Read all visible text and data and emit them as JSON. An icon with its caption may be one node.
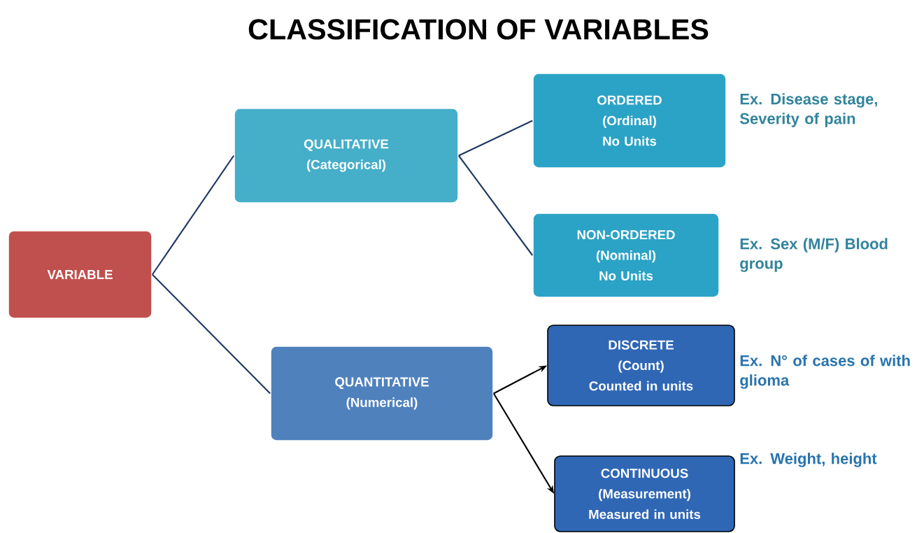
{
  "diagram": {
    "title": "CLASSIFICATION OF VARIABLES",
    "nodes": [
      {
        "text": [
          "VARIABLE"
        ]
      },
      {
        "text": [
          "QUALITATIVE",
          "(Categorical)"
        ]
      },
      {
        "text": [
          "ORDERED",
          "(Ordinal)",
          "No Units"
        ],
        "beside": [
          "Ex. Disease stage, Severity of pain"
        ]
      },
      {
        "text": [
          "NON-ORDERED",
          "(Nominal)",
          "No Units"
        ],
        "beside": [
          "Ex. Sex (M/F) Blood group"
        ]
      },
      {
        "text": [
          "QUANTITATIVE",
          "(Numerical)"
        ]
      },
      {
        "text": [
          "DISCRETE",
          "(Count)",
          "Counted in units"
        ],
        "beside": [
          "Ex. N° of cases of with glioma"
        ]
      },
      {
        "text": [
          "CONTINUOUS",
          "(Measurement)",
          "Measured in units"
        ],
        "beside": [
          "Ex. Weight, height"
        ]
      }
    ],
    "edges": [
      {
        "from": 0,
        "to": 1,
        "arrow": "none"
      },
      {
        "from": 0,
        "to": 4,
        "arrow": "none"
      },
      {
        "from": 1,
        "to": 2,
        "arrow": "none"
      },
      {
        "from": 1,
        "to": 3,
        "arrow": "none"
      },
      {
        "from": 4,
        "to": 5,
        "arrow": "to",
        "color": "#000000"
      },
      {
        "from": 4,
        "to": 6,
        "arrow": "to",
        "color": "#000000"
      }
    ]
  }
}
